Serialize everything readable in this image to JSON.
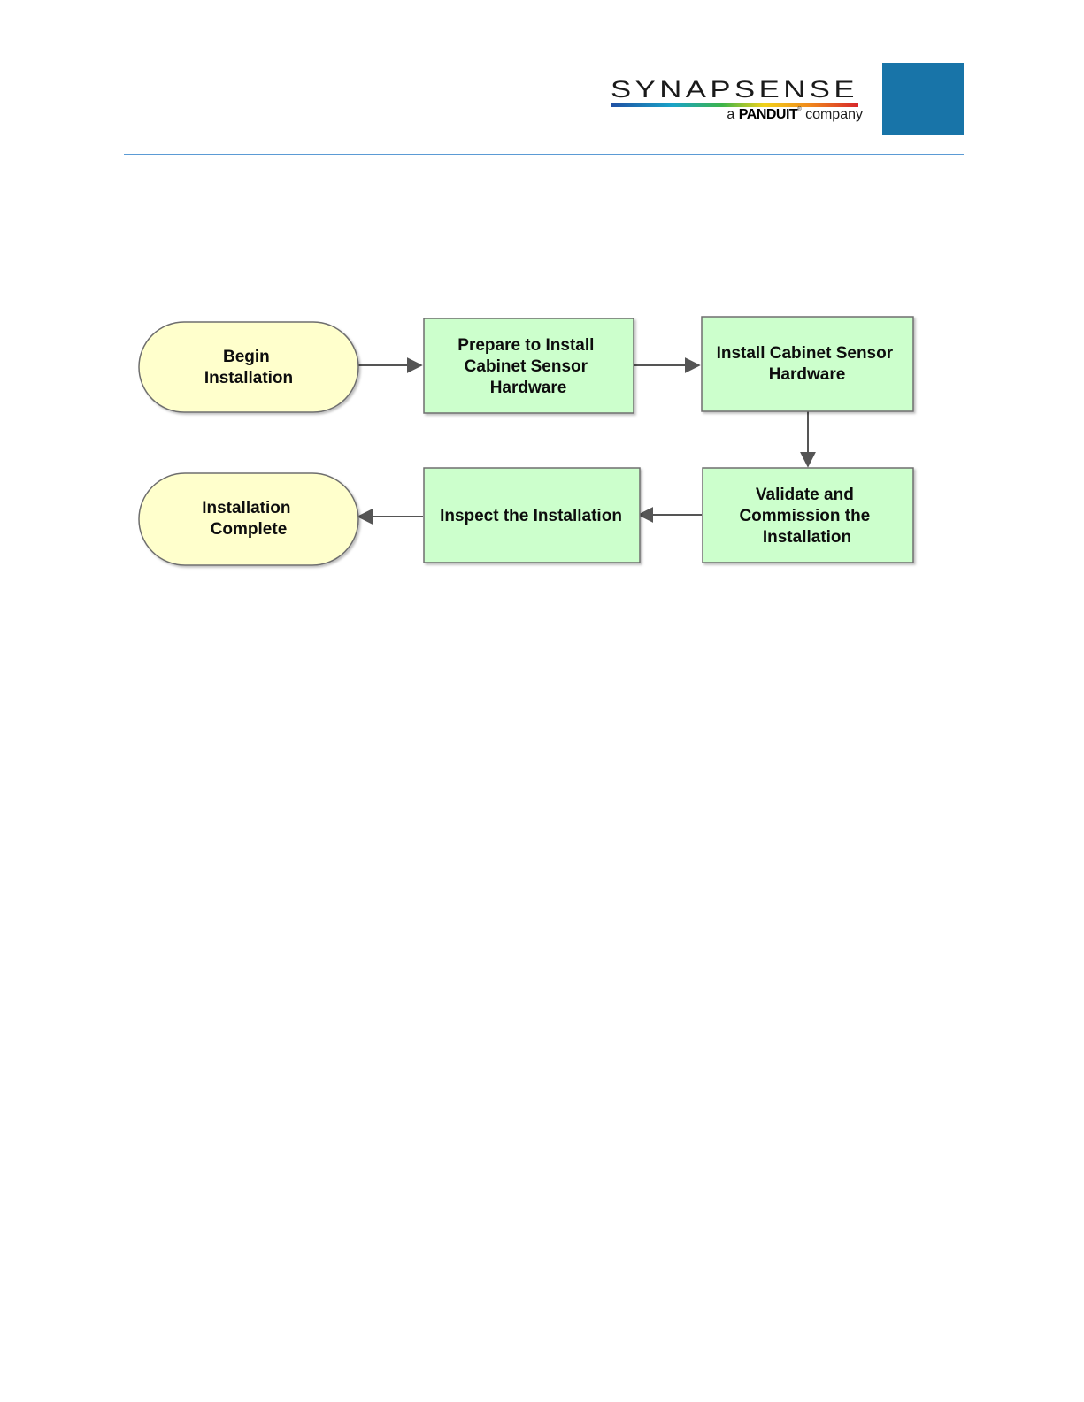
{
  "header": {
    "logo_name": "SYNAPSENSE",
    "logo_tagline_prefix": "a",
    "logo_tagline_brand": "PANDUIT",
    "logo_tagline_suffix": "company",
    "tab_color": "#1874a8",
    "rule_color": "#5b9bd5"
  },
  "flowchart": {
    "terminal_fill": "#ffffcc",
    "process_fill": "#ccffcc",
    "stroke_color": "#6e6e6e",
    "nodes": [
      {
        "id": "begin",
        "shape": "terminal",
        "lines": [
          "Begin",
          "Installation"
        ]
      },
      {
        "id": "prepare",
        "shape": "process",
        "lines": [
          "Prepare to Install",
          "Cabinet Sensor",
          "Hardware"
        ]
      },
      {
        "id": "install",
        "shape": "process",
        "lines": [
          "Install Cabinet Sensor",
          "Hardware"
        ]
      },
      {
        "id": "validate",
        "shape": "process",
        "lines": [
          "Validate and",
          "Commission the",
          "Installation"
        ]
      },
      {
        "id": "inspect",
        "shape": "process",
        "lines": [
          "Inspect the Installation"
        ]
      },
      {
        "id": "complete",
        "shape": "terminal",
        "lines": [
          "Installation",
          "Complete"
        ]
      }
    ],
    "edges": [
      {
        "from": "begin",
        "to": "prepare"
      },
      {
        "from": "prepare",
        "to": "install"
      },
      {
        "from": "install",
        "to": "validate"
      },
      {
        "from": "validate",
        "to": "inspect"
      },
      {
        "from": "inspect",
        "to": "complete"
      }
    ]
  }
}
